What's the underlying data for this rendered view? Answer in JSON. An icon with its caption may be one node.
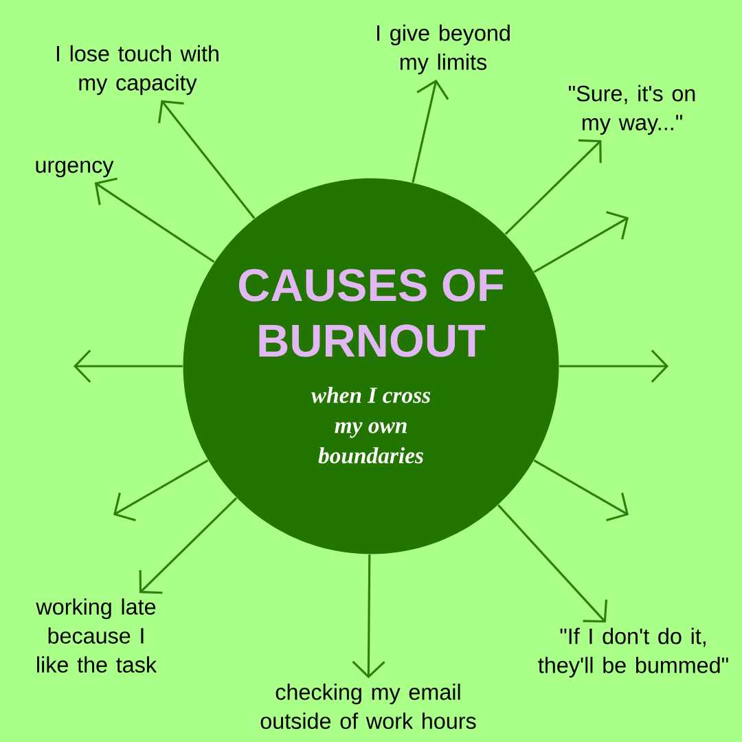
{
  "diagram": {
    "nodes": [
      {
        "text": [
          "CAUSES OF BURNOUT",
          "when I cross my own boundaries"
        ]
      },
      {
        "text": [
          "I give beyond my limits"
        ]
      },
      {
        "text": [
          "I lose touch with my capacity"
        ]
      },
      {
        "text": [
          "\"Sure, it's on my way...\""
        ]
      },
      {
        "text": [
          "urgency"
        ]
      },
      {
        "text": [
          "working late because I like the task"
        ]
      },
      {
        "text": [
          "\"If I don't do it, they'll be bummed\""
        ]
      },
      {
        "text": [
          "checking my email outside of work hours"
        ]
      }
    ],
    "edges": [
      {
        "from": 0,
        "to": 1,
        "arrow": "to"
      },
      {
        "from": 0,
        "to": 3,
        "arrow": "to"
      },
      {
        "from": 0,
        "to": null,
        "arrow": "to"
      },
      {
        "from": 0,
        "to": null,
        "arrow": "to"
      },
      {
        "from": 0,
        "to": null,
        "arrow": "to"
      },
      {
        "from": 0,
        "to": 6,
        "arrow": "to"
      },
      {
        "from": 0,
        "to": 7,
        "arrow": "to"
      },
      {
        "from": 0,
        "to": 5,
        "arrow": "to"
      },
      {
        "from": 0,
        "to": null,
        "arrow": "to"
      },
      {
        "from": 0,
        "to": null,
        "arrow": "to"
      },
      {
        "from": 0,
        "to": 4,
        "arrow": "to"
      },
      {
        "from": 0,
        "to": 2,
        "arrow": "to"
      }
    ]
  }
}
